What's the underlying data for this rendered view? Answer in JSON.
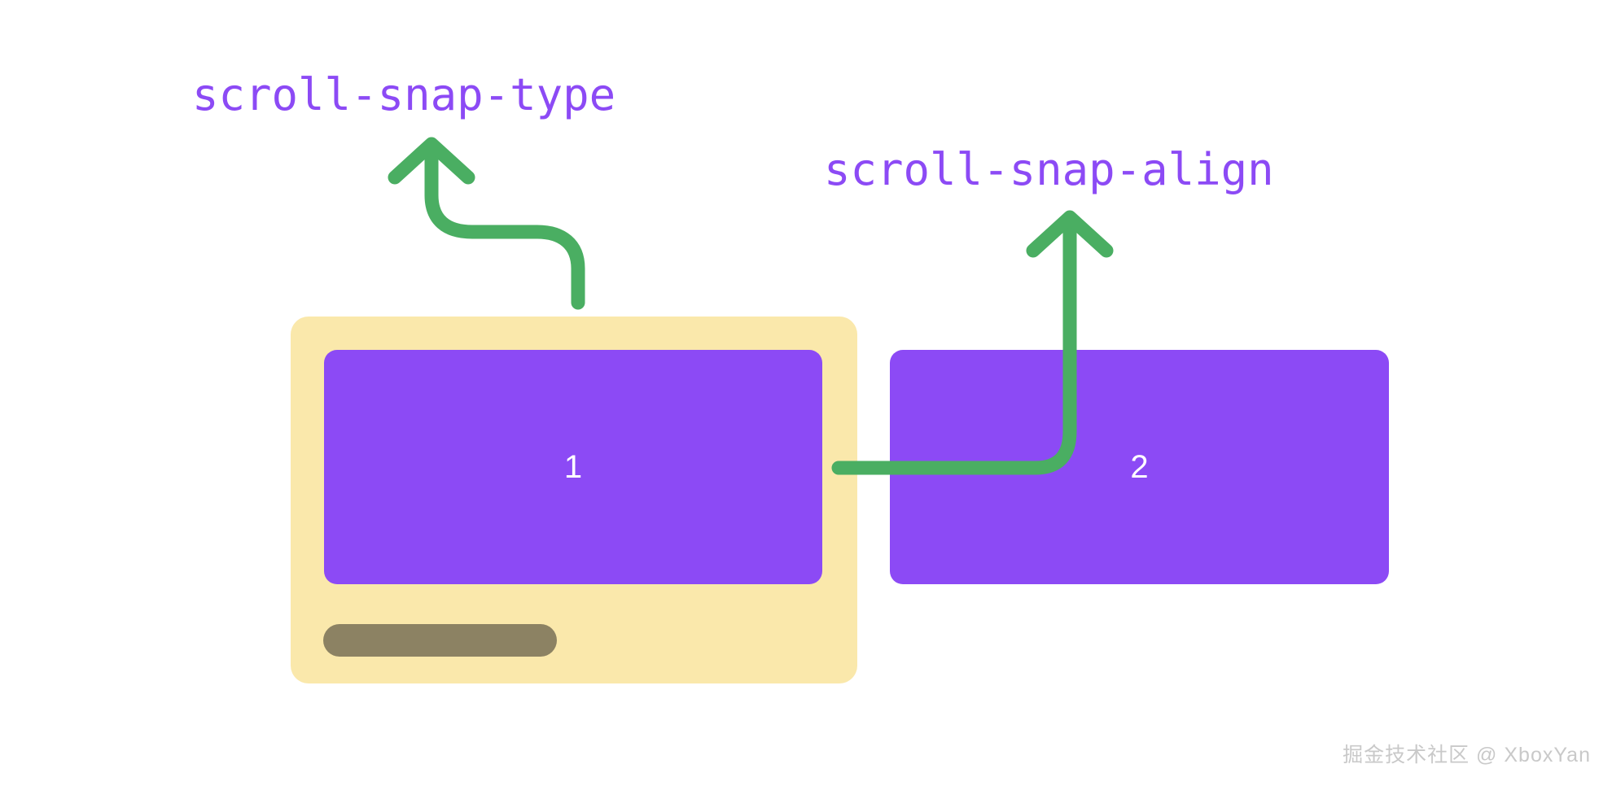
{
  "diagram": {
    "title": "CSS scroll snap properties illustration",
    "background_color": "#ffffff",
    "labels": {
      "scroll_snap_type": "scroll-snap-type",
      "scroll_snap_align": "scroll-snap-align"
    },
    "colors": {
      "label_purple": "#8c4af5",
      "item_purple": "#8c4af5",
      "container_yellow": "#fae8ab",
      "scrollbar_thumb": "#8c8263",
      "arrow_green": "#4aae62",
      "item_number_white": "#ffffff",
      "watermark_gray": "#c9c9c9"
    },
    "scroll_container": {
      "name": "scroll-container",
      "fill": "#fae8ab"
    },
    "items": [
      {
        "number": "1",
        "name": "snap-item-1"
      },
      {
        "number": "2",
        "name": "snap-item-2"
      }
    ],
    "scrollbar": {
      "name": "horizontal-scrollbar",
      "thumb_fill": "#8c8263"
    },
    "arrows": [
      {
        "name": "arrow-to-scroll-snap-type",
        "points_to": "scroll-snap-type",
        "origin": "scroll-container",
        "shape": "s-curve-up-left",
        "color": "#4aae62"
      },
      {
        "name": "arrow-to-scroll-snap-align",
        "points_to": "scroll-snap-align",
        "origin": "snap-item-2",
        "shape": "elbow-right-then-up",
        "color": "#4aae62"
      }
    ],
    "watermark": "掘金技术社区 @ XboxYan"
  }
}
